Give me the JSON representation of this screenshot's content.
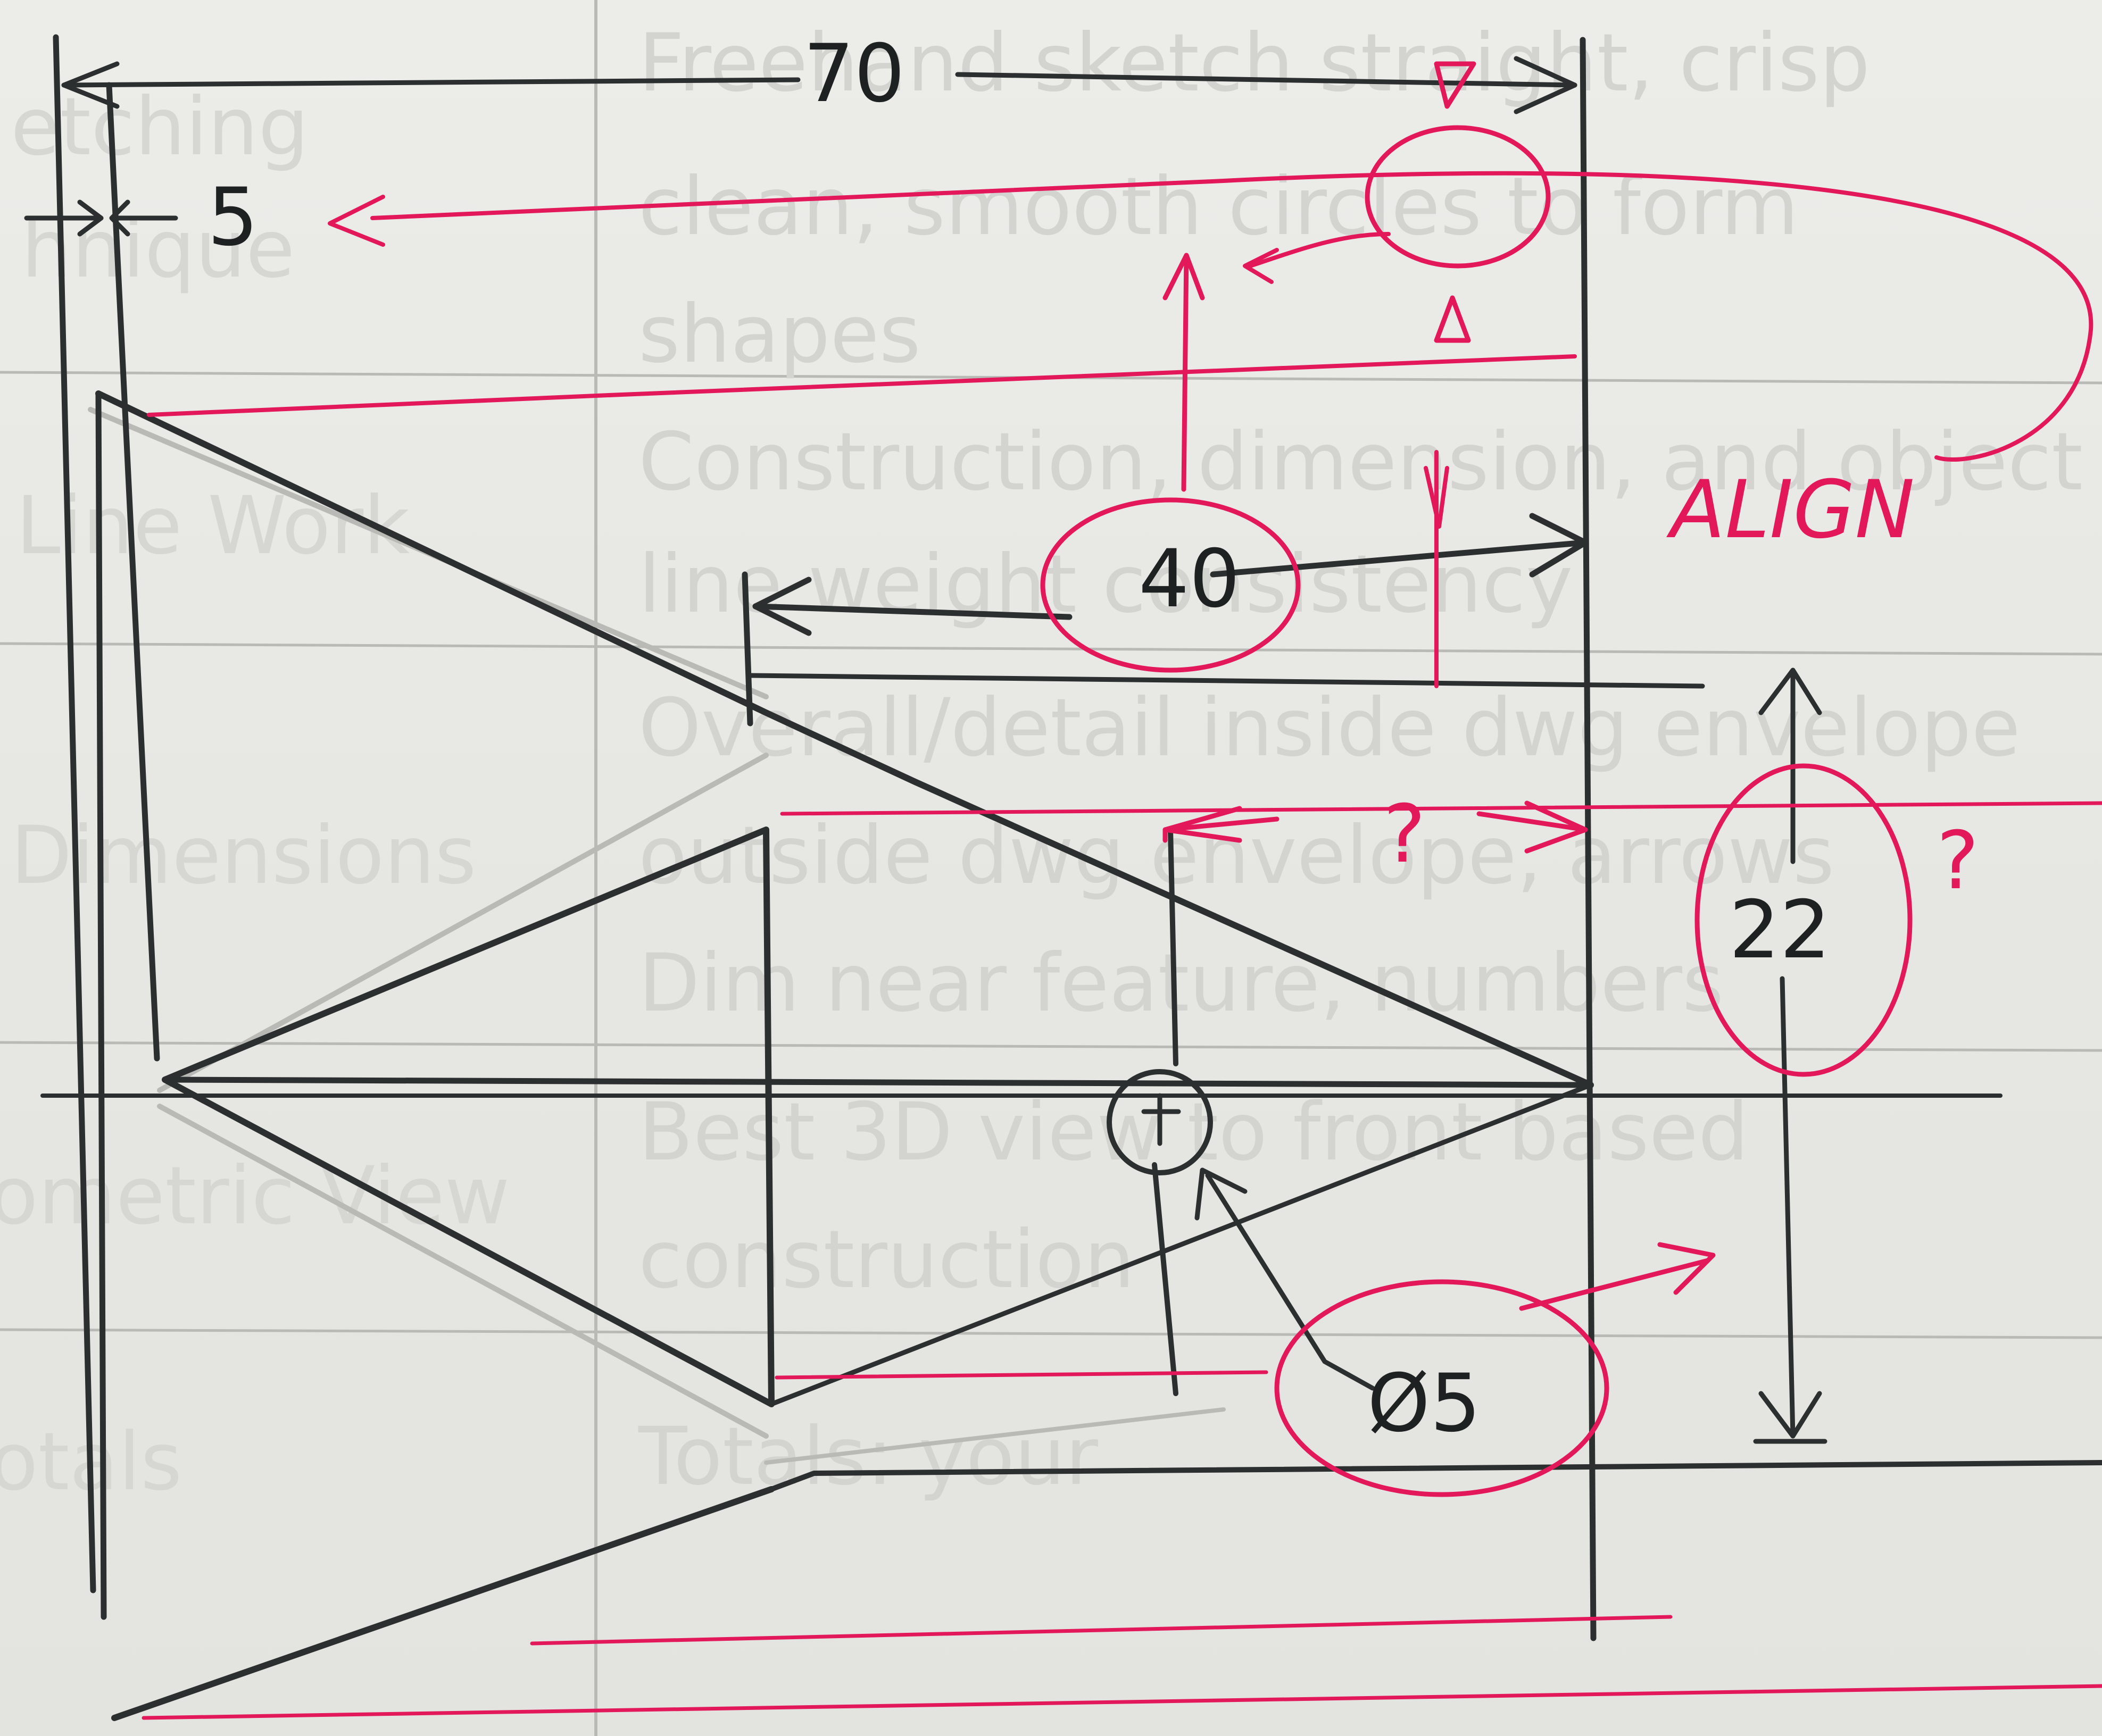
{
  "background_sheet": {
    "left_labels": [
      "etching",
      "hnique",
      "Line Work",
      "Dimensions",
      "ometric View",
      "otals"
    ],
    "right_lines": [
      "Freehand sketch straight, crisp",
      "clean, smooth circles to form",
      "shapes",
      "Construction, dimension, and object",
      "line weight consistency",
      "Overall/detail inside dwg envelope",
      "outside dwg envelope, arrows",
      "Dim near feature, numbers",
      "Best 3D view to front based",
      "construction",
      "Totals: your"
    ]
  },
  "dimensions": {
    "overall_width": "70",
    "offset": "5",
    "partial_width": "40",
    "height": "22",
    "unknown": "?",
    "hole": "Ø5"
  },
  "annotations": {
    "note": "ALIGN",
    "question_right": "?"
  },
  "colors": {
    "ink": "#2b2f2f",
    "correction": "#e2185a",
    "paper": "#e9e9e6"
  }
}
